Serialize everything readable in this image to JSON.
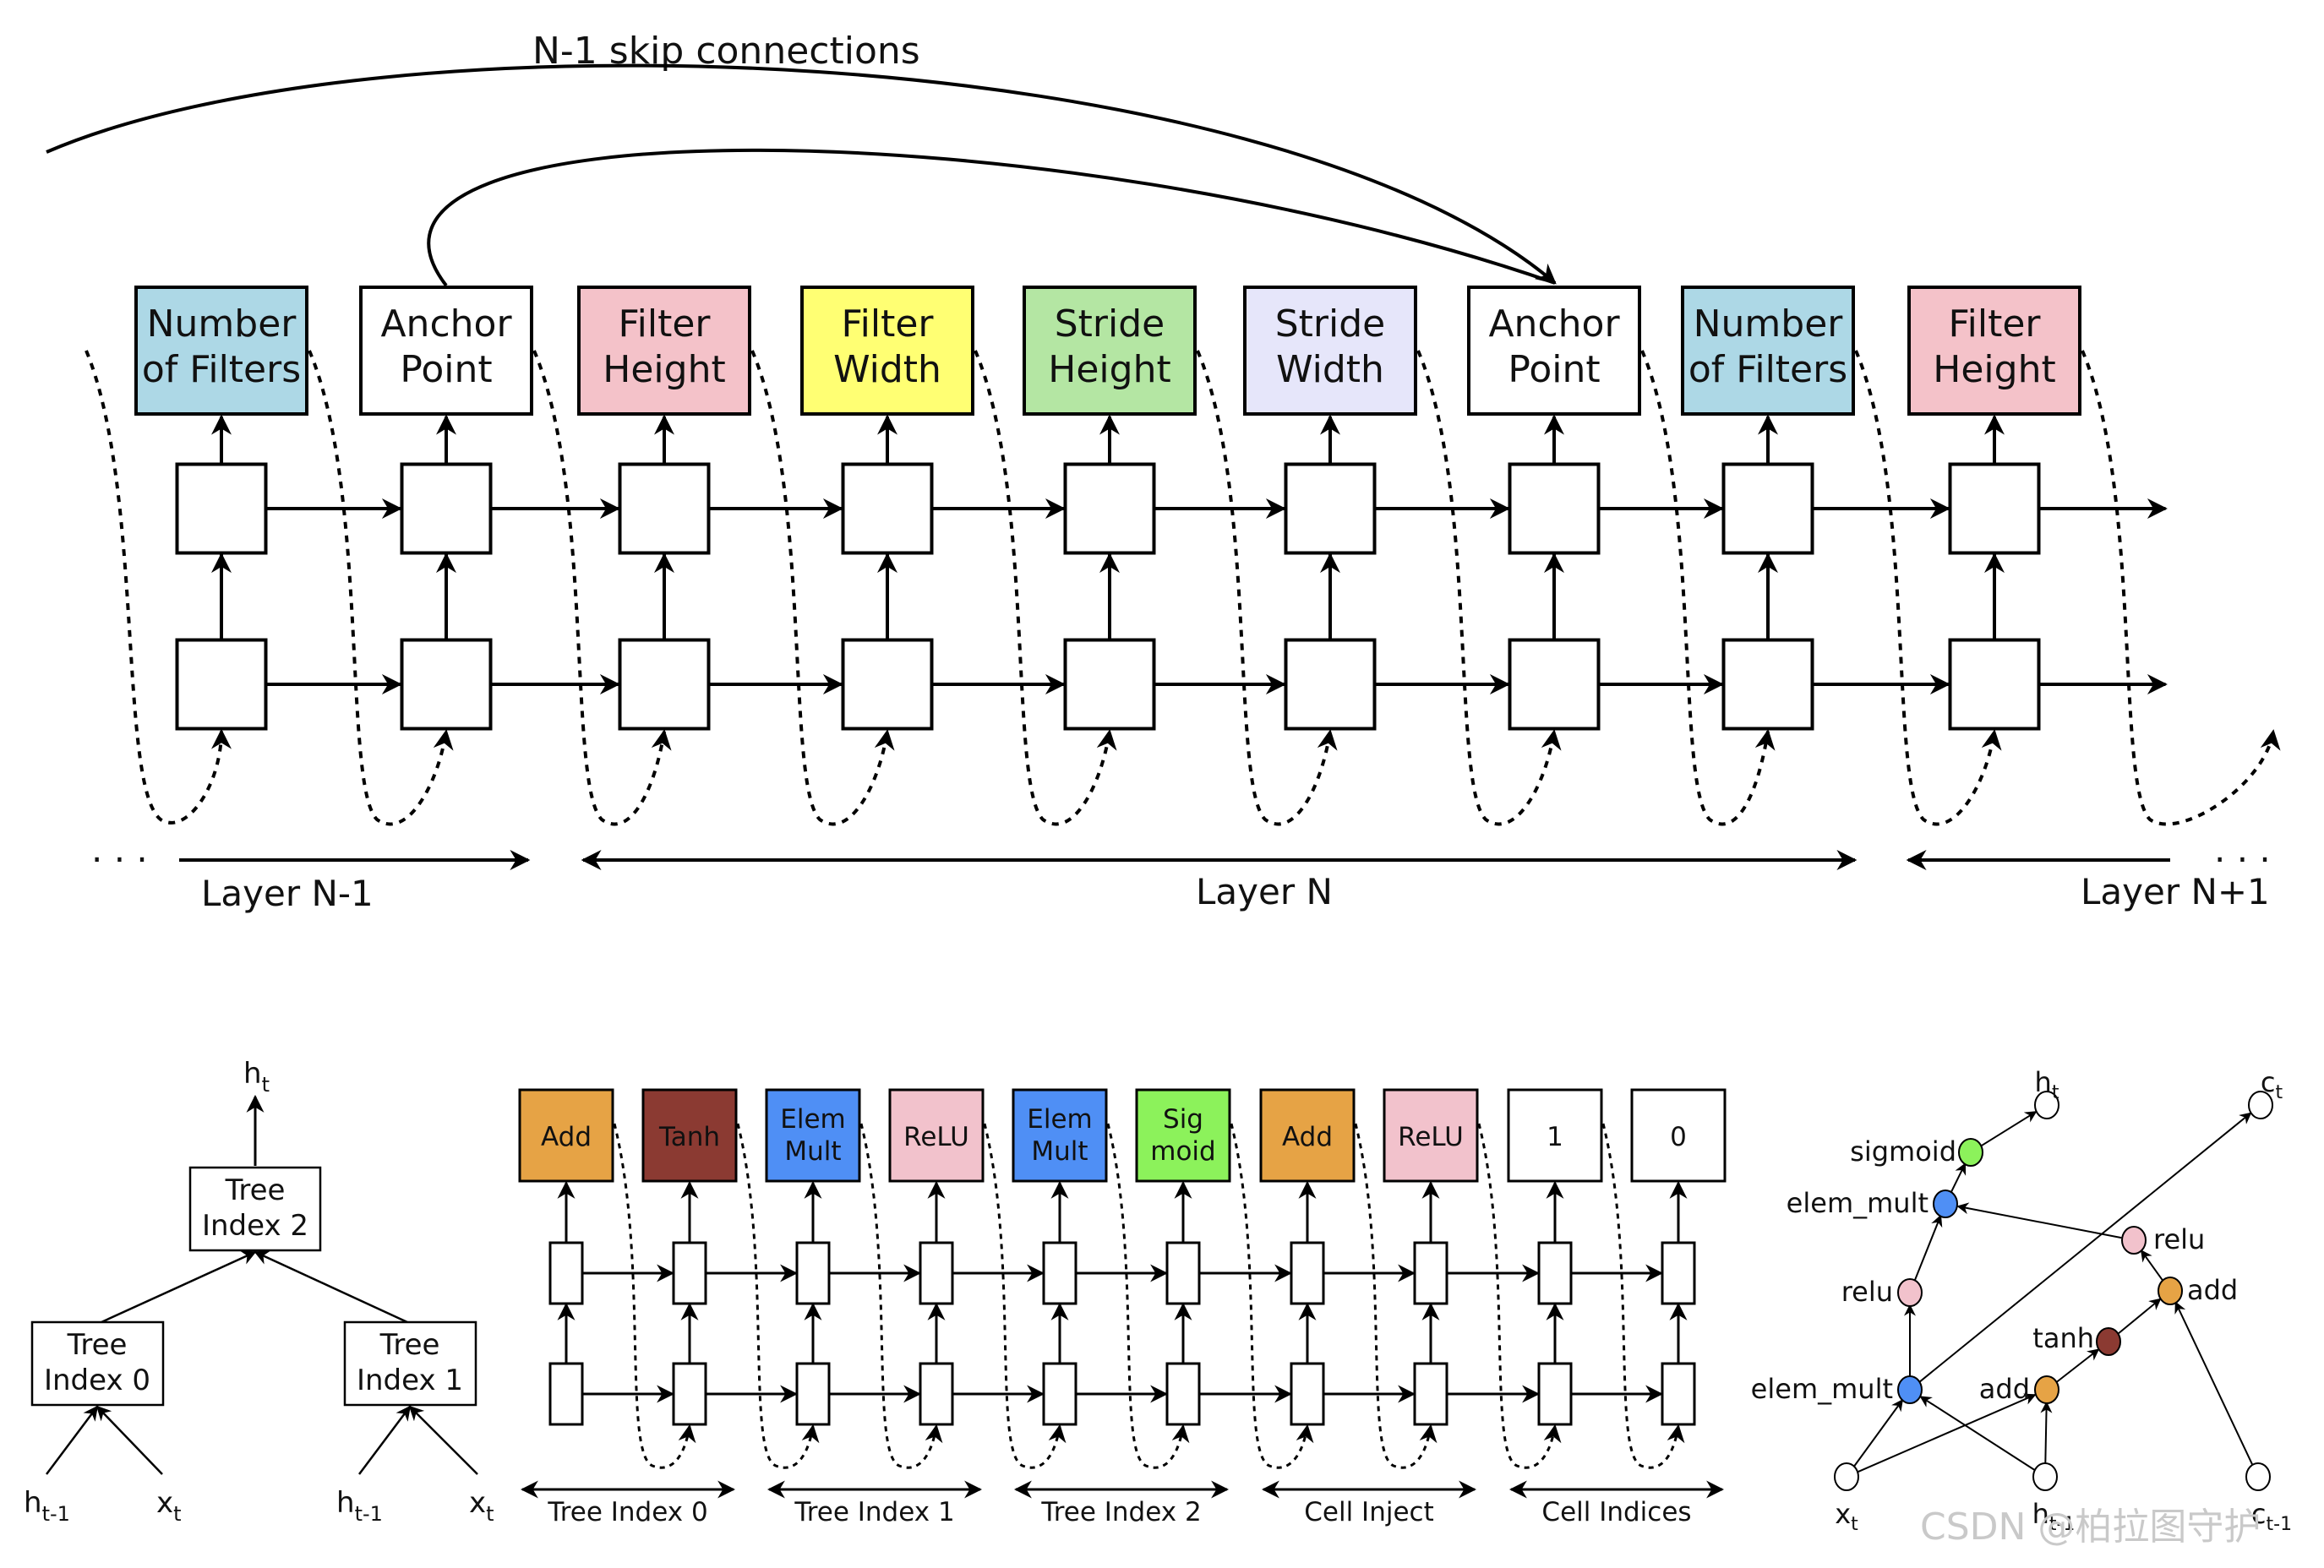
{
  "top": {
    "skip_title": "N-1 skip connections",
    "cells": [
      {
        "lines": [
          "Number",
          "of Filters"
        ],
        "color": "#add8e6"
      },
      {
        "lines": [
          "Anchor",
          "Point"
        ],
        "color": "#ffffff"
      },
      {
        "lines": [
          "Filter",
          "Height"
        ],
        "color": "#f4c2c9"
      },
      {
        "lines": [
          "Filter",
          "Width"
        ],
        "color": "#ffff73"
      },
      {
        "lines": [
          "Stride",
          "Height"
        ],
        "color": "#b4e6a3"
      },
      {
        "lines": [
          "Stride",
          "Width"
        ],
        "color": "#e6e6fa"
      },
      {
        "lines": [
          "Anchor",
          "Point"
        ],
        "color": "#ffffff"
      },
      {
        "lines": [
          "Number",
          "of Filters"
        ],
        "color": "#add8e6"
      },
      {
        "lines": [
          "Filter",
          "Height"
        ],
        "color": "#f4c2c9"
      }
    ],
    "layers": {
      "left": "Layer N-1",
      "mid": "Layer N",
      "right": "Layer N+1",
      "ellipsis": ". . ."
    }
  },
  "tree": {
    "output": "h",
    "output_sub": "t",
    "root": [
      "Tree",
      "Index 2"
    ],
    "left": [
      "Tree",
      "Index 0"
    ],
    "right": [
      "Tree",
      "Index 1"
    ],
    "inputs": [
      {
        "base": "h",
        "sub": "t-1"
      },
      {
        "base": "x",
        "sub": "t"
      },
      {
        "base": "h",
        "sub": "t-1"
      },
      {
        "base": "x",
        "sub": "t"
      }
    ]
  },
  "small": {
    "cells": [
      {
        "lines": [
          "Add"
        ],
        "color": "#e6a345"
      },
      {
        "lines": [
          "Tanh"
        ],
        "color": "#8b3a32"
      },
      {
        "lines": [
          "Elem",
          "Mult"
        ],
        "color": "#4f8ff5"
      },
      {
        "lines": [
          "ReLU"
        ],
        "color": "#f2c2cc"
      },
      {
        "lines": [
          "Elem",
          "Mult"
        ],
        "color": "#4f8ff5"
      },
      {
        "lines": [
          "Sig",
          "moid"
        ],
        "color": "#8cf25b"
      },
      {
        "lines": [
          "Add"
        ],
        "color": "#e6a345"
      },
      {
        "lines": [
          "ReLU"
        ],
        "color": "#f2c2cc"
      },
      {
        "lines": [
          "1"
        ],
        "color": "#ffffff"
      },
      {
        "lines": [
          "0"
        ],
        "color": "#ffffff"
      }
    ],
    "segments": [
      "Tree Index 0",
      "Tree Index 1",
      "Tree Index 2",
      "Cell Inject",
      "Cell Indices"
    ]
  },
  "graph": {
    "nodes": {
      "ht": {
        "label": "h",
        "sub": "t",
        "color": "#ffffff"
      },
      "ct": {
        "label": "c",
        "sub": "t",
        "color": "#ffffff"
      },
      "sigmoid": {
        "label": "sigmoid",
        "color": "#8cf25b"
      },
      "elem_mult_top": {
        "label": "elem_mult",
        "color": "#4f8ff5"
      },
      "relu_right": {
        "label": "relu",
        "color": "#f2c2cc"
      },
      "add_right": {
        "label": "add",
        "color": "#e6a345"
      },
      "relu_left": {
        "label": "relu",
        "color": "#f2c2cc"
      },
      "tanh": {
        "label": "tanh",
        "color": "#8b3a32"
      },
      "elem_mult_bottom": {
        "label": "elem_mult",
        "color": "#4f8ff5"
      },
      "add_bottom": {
        "label": "add",
        "color": "#e6a345"
      },
      "xt": {
        "label": "x",
        "sub": "t",
        "color": "#ffffff"
      },
      "ht1": {
        "label": "h",
        "sub": "t-1",
        "color": "#ffffff"
      },
      "ct1": {
        "label": "c",
        "sub": "t-1",
        "color": "#ffffff"
      }
    }
  },
  "watermark": "CSDN @柏拉图守护"
}
